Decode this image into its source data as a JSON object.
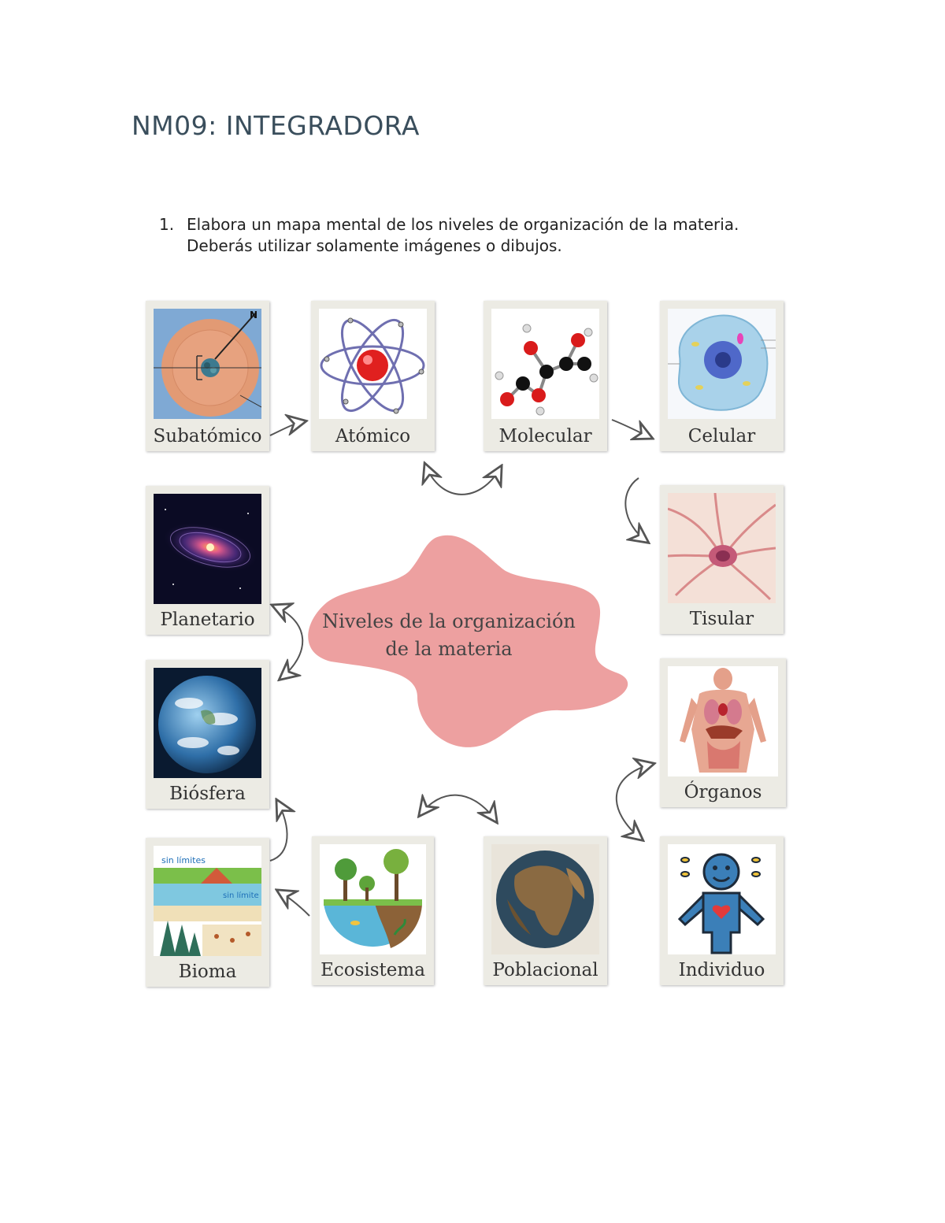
{
  "document": {
    "title": "NM09: INTEGRADORA",
    "instruction_number": "1.",
    "instruction_line1": "Elabora un mapa mental de los niveles de organización de la materia.",
    "instruction_line2": "Deberás utilizar solamente imágenes o dibujos."
  },
  "center": {
    "line1": "Niveles de la organización",
    "line2": "de la materia",
    "blob_color": "#eda0a0"
  },
  "cards": [
    {
      "label": "Subatómico",
      "icon": "subatomic-nucleus-icon"
    },
    {
      "label": "Atómico",
      "icon": "atom-orbit-icon"
    },
    {
      "label": "Molecular",
      "icon": "molecule-icon"
    },
    {
      "label": "Celular",
      "icon": "cell-icon"
    },
    {
      "label": "Tisular",
      "icon": "tissue-icon"
    },
    {
      "label": "Órganos",
      "icon": "organs-icon"
    },
    {
      "label": "Individuo",
      "icon": "individual-icon"
    },
    {
      "label": "Poblacional",
      "icon": "population-globe-icon"
    },
    {
      "label": "Ecosistema",
      "icon": "ecosystem-icon"
    },
    {
      "label": "Bioma",
      "icon": "biome-icon"
    },
    {
      "label": "Biósfera",
      "icon": "earth-icon"
    },
    {
      "label": "Planetario",
      "icon": "galaxy-icon"
    }
  ],
  "biome_image_text": {
    "line1": "sin límites",
    "line2": "sin límite"
  },
  "colors": {
    "title": "#3a4e5c",
    "card": "#ecebe4",
    "arrow": "#555555"
  }
}
